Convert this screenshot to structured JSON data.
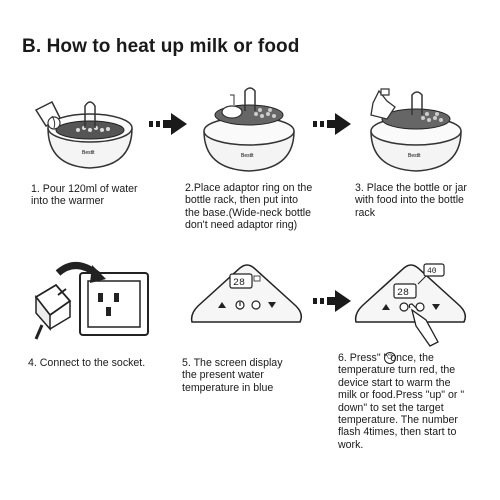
{
  "title": "B. How to heat up milk or food",
  "steps": [
    {
      "caption_lines": [
        "1. Pour 120ml of water",
        "into the warmer"
      ]
    },
    {
      "caption_lines": [
        "2.Place adaptor ring on the",
        "bottle  rack, then put into",
        "the base.(Wide-neck bottle",
        "don't need  adaptor ring)"
      ]
    },
    {
      "caption_lines": [
        "3. Place the bottle or jar",
        "with food into the bottle",
        "rack"
      ]
    },
    {
      "caption_lines": [
        "4. Connect to the socket."
      ]
    },
    {
      "caption_lines": [
        "5. The screen display",
        "the present water",
        "temperature in blue"
      ]
    },
    {
      "caption_lines": [
        "6. Press\" \" once, the",
        "temperature turn red, the",
        "device start to warm the",
        "milk or food.Press \"up\" or \"",
        "down\" to set the target",
        "temperature. The number",
        " flash 4times, then start to",
        "work."
      ]
    }
  ],
  "illustrations": {
    "brand_label": "Bestlt",
    "display_value": "28",
    "target_value": "40"
  },
  "icons": {
    "arrow": "right-arrow-icon",
    "power": "power-icon"
  }
}
